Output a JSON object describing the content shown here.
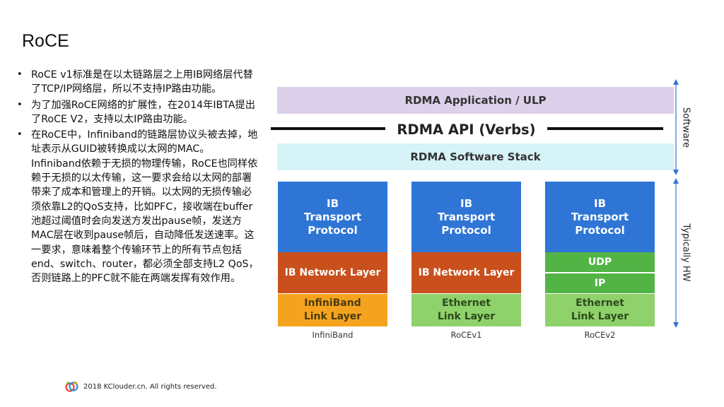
{
  "slide": {
    "title": "RoCE",
    "bullets": [
      "RoCE v1标准是在以太链路层之上用IB网络层代替了TCP/IP网络层，所以不支持IP路由功能。",
      "为了加强RoCE网络的扩展性，在2014年IBTA提出了RoCE V2，支持以太IP路由功能。",
      "在RoCE中，Infiniband的链路层协议头被去掉，地址表示从GUID被转换成以太网的MAC。Infiniband依赖于无损的物理传输，RoCE也同样依赖于无损的以太传输，这一要求会给以太网的部署带来了成本和管理上的开销。以太网的无损传输必须依靠L2的QoS支持，比如PFC，接收端在buffer池超过阈值时会向发送方发出pause帧，发送方MAC层在收到pause帧后，自动降低发送速率。这一要求，意味着整个传输环节上的所有节点包括end、switch、router，都必须全部支持L2 QoS，否则链路上的PFC就不能在两端发挥有效作用。"
    ],
    "bullet_symbol": "•"
  },
  "diagram": {
    "app_layer": "RDMA Application / ULP",
    "api": "RDMA API (Verbs)",
    "sw_stack": "RDMA Software Stack",
    "software_label": "Software",
    "hw_label": "Typically HW",
    "columns": {
      "infiniband": {
        "transport": "IB\nTransport\nProtocol",
        "network": "IB Network Layer",
        "link": "InfiniBand\nLink Layer",
        "label": "InfiniBand"
      },
      "rocev1": {
        "transport": "IB\nTransport\nProtocol",
        "network": "IB Network Layer",
        "link": "Ethernet\nLink Layer",
        "label": "RoCEv1"
      },
      "rocev2": {
        "transport": "IB\nTransport\nProtocol",
        "udp": "UDP",
        "ip": "IP",
        "link": "Ethernet\nLink Layer",
        "label": "RoCEv2"
      }
    },
    "colors": {
      "app": "#ddd0ea",
      "stack": "#d6f3f8",
      "transport": "#2f75d6",
      "ib_network": "#c9501c",
      "ib_link": "#f5a31e",
      "eth_link": "#8fd16a",
      "udp_ip": "#53b446",
      "arrow": "#2f75d6"
    }
  },
  "footer": {
    "copyright": "2018 KClouder.cn.  All rights reserved.",
    "logo_icon": "kclouder-logo-icon"
  }
}
